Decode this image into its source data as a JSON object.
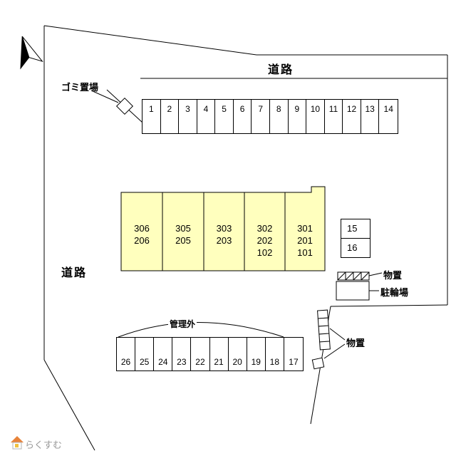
{
  "plan": {
    "roads": {
      "top": "道路",
      "left": "道路"
    },
    "garbage": {
      "label": "ゴミ置場"
    },
    "parking_top": {
      "numbers": [
        "1",
        "2",
        "3",
        "4",
        "5",
        "6",
        "7",
        "8",
        "9",
        "10",
        "11",
        "12",
        "13",
        "14"
      ]
    },
    "side_spaces": [
      "15",
      "16"
    ],
    "building": {
      "units": [
        [
          "306",
          "206"
        ],
        [
          "305",
          "205"
        ],
        [
          "303",
          "203"
        ],
        [
          "302",
          "202",
          "102"
        ],
        [
          "301",
          "201",
          "101"
        ]
      ]
    },
    "storage_top": {
      "label": "物置"
    },
    "bicycle": {
      "label": "駐輪場"
    },
    "storage_right": {
      "label": "物置"
    },
    "outside": {
      "label": "管理外"
    },
    "parking_bottom": {
      "numbers": [
        "26",
        "25",
        "24",
        "23",
        "22",
        "21",
        "20",
        "19",
        "18",
        "17"
      ]
    }
  },
  "icons": {
    "north_arrow": "compass-needle",
    "garbage_marker": "diamond",
    "logo_house": "house"
  },
  "colors": {
    "building_fill": "#FFFFBE",
    "line": "#000000",
    "logo_text": "#9A9A9A",
    "logo_roof": "#E8833A",
    "logo_accent": "#F0C040"
  },
  "logo": {
    "text": "らくすむ"
  }
}
